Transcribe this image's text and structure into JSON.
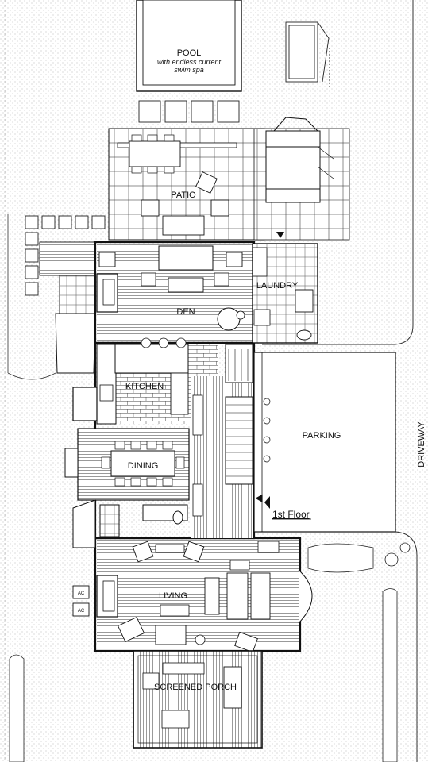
{
  "plan": {
    "rooms": {
      "pool": "POOL",
      "pool_note_1": "with endless current",
      "pool_note_2": "swim spa",
      "patio": "PATIO",
      "den": "DEN",
      "laundry": "LAUNDRY",
      "kitchen": "KITCHEN",
      "dining": "DINING",
      "parking": "PARKING",
      "living": "LIVING",
      "screened_porch": "SCREENED PORCH"
    },
    "labels": {
      "driveway": "DRIVEWAY",
      "floor": "1st Floor",
      "ac_1": "AC",
      "ac_2": "AC"
    }
  }
}
